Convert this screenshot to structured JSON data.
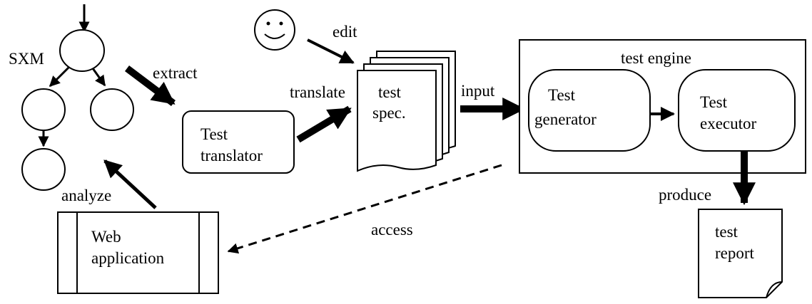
{
  "labels": {
    "sxm": "SXM",
    "extract": "extract",
    "edit": "edit",
    "translate": "translate",
    "input": "input",
    "test_engine": "test engine",
    "analyze": "analyze",
    "access": "access",
    "produce": "produce"
  },
  "boxes": {
    "translator_line1": "Test",
    "translator_line2": "translator",
    "spec_line1": "test",
    "spec_line2": "spec.",
    "generator_line1": "Test",
    "generator_line2": "generator",
    "executor_line1": "Test",
    "executor_line2": "executor",
    "webapp_line1": "Web",
    "webapp_line2": "application",
    "report_line1": "test",
    "report_line2": "report"
  },
  "icons": {
    "user": "smiley-face-icon"
  }
}
